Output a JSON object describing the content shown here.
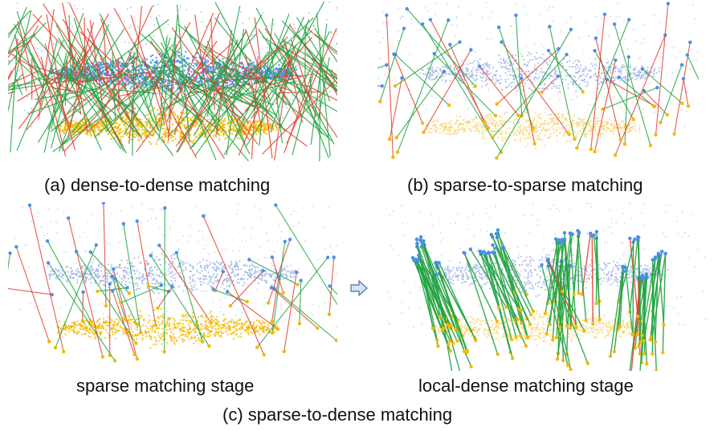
{
  "colors": {
    "source_points": "#f5b800",
    "target_points": "#4a8fe8",
    "target_points_faded": "#9db3e6",
    "source_points_faded": "#fbd36b",
    "correct_match": "#22a33f",
    "wrong_match": "#e2402f",
    "arrow_fill": "#d6e4f7",
    "arrow_stroke": "#4a6fa5"
  },
  "panels": [
    {
      "id": "a",
      "caption": "(a) dense-to-dense matching",
      "style": "dense-dense"
    },
    {
      "id": "b",
      "caption": "(b) sparse-to-sparse matching",
      "style": "sparse-sparse"
    },
    {
      "id": "c1",
      "caption": "sparse matching stage",
      "style": "sparse-stage"
    },
    {
      "id": "c2",
      "caption": "local-dense matching stage",
      "style": "local-dense"
    }
  ],
  "group_caption": "(c) sparse-to-dense matching",
  "arrow_icon": "right-arrow-icon"
}
